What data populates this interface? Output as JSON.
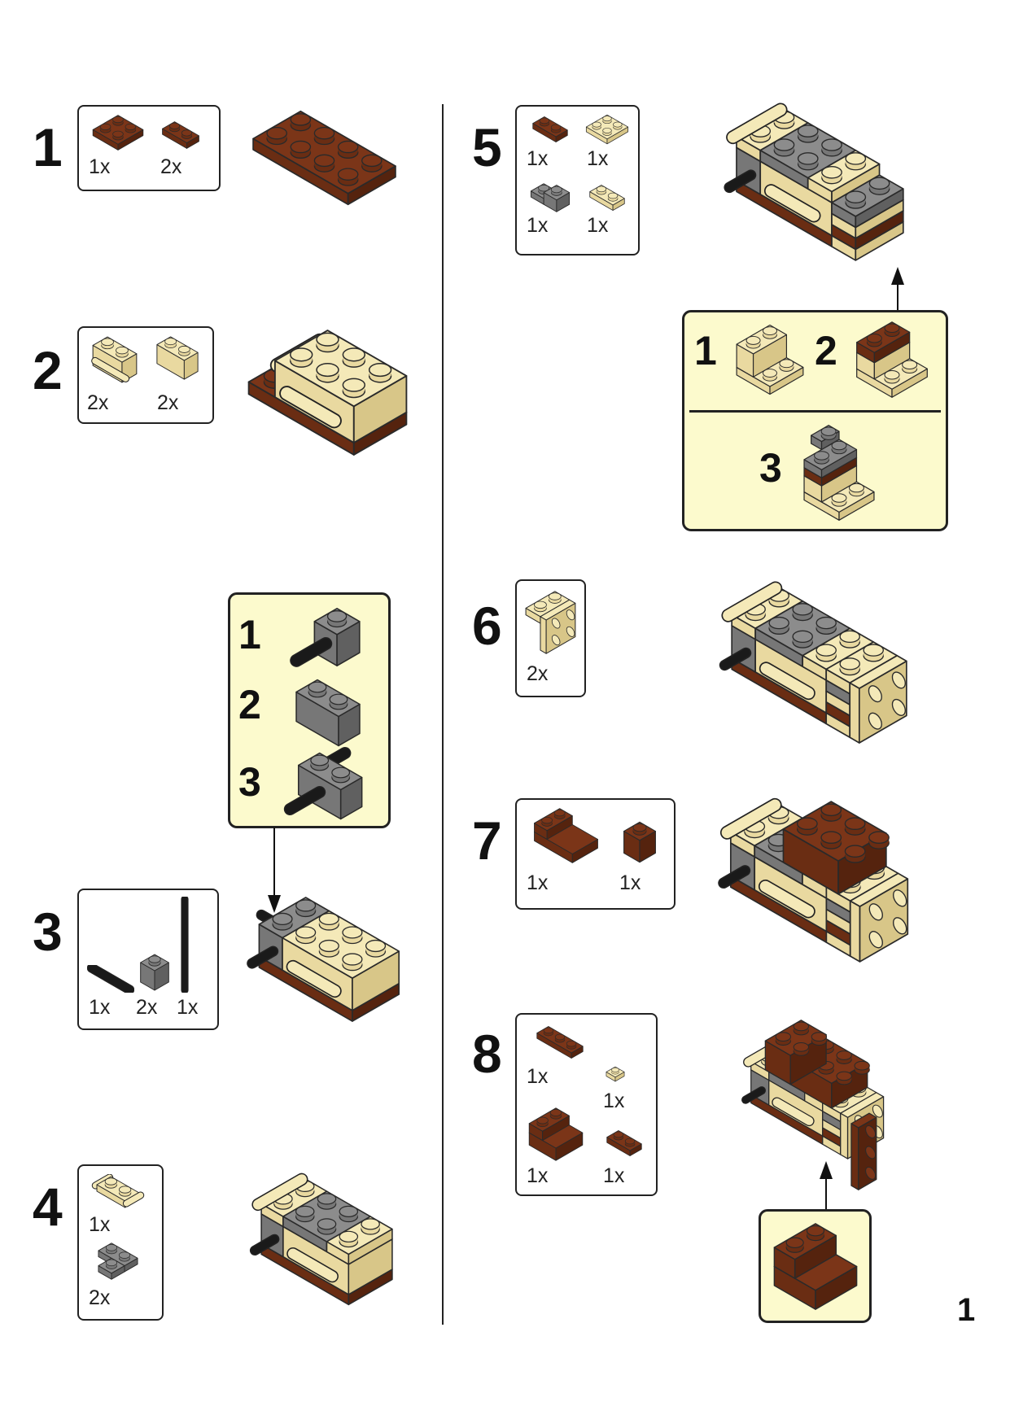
{
  "page_number": "1",
  "colors": {
    "brown": "#7b3518",
    "tan": "#f4e9b8",
    "gray": "#8c8c8c",
    "black": "#1a1a1a",
    "callout_bg": "#fcfacd",
    "border": "#222222"
  },
  "steps": [
    {
      "number": "1",
      "parts": [
        {
          "count": "1x"
        },
        {
          "count": "2x"
        }
      ]
    },
    {
      "number": "2",
      "parts": [
        {
          "count": "2x"
        },
        {
          "count": "2x"
        }
      ]
    },
    {
      "number": "3",
      "parts": [
        {
          "count": "1x"
        },
        {
          "count": "2x"
        },
        {
          "count": "1x"
        }
      ]
    },
    {
      "number": "4",
      "parts": [
        {
          "count": "1x"
        },
        {
          "count": "2x"
        }
      ]
    },
    {
      "number": "5",
      "parts": [
        {
          "count": "1x"
        },
        {
          "count": "1x"
        },
        {
          "count": "1x"
        },
        {
          "count": "1x"
        }
      ]
    },
    {
      "number": "6",
      "parts": [
        {
          "count": "2x"
        }
      ]
    },
    {
      "number": "7",
      "parts": [
        {
          "count": "1x"
        },
        {
          "count": "1x"
        }
      ]
    },
    {
      "number": "8",
      "parts": [
        {
          "count": "1x"
        },
        {
          "count": "1x"
        },
        {
          "count": "1x"
        },
        {
          "count": "1x"
        }
      ]
    }
  ],
  "callouts": {
    "step3": {
      "substeps": [
        "1",
        "2",
        "3"
      ]
    },
    "step5": {
      "substeps": [
        "1",
        "2",
        "3"
      ]
    }
  }
}
